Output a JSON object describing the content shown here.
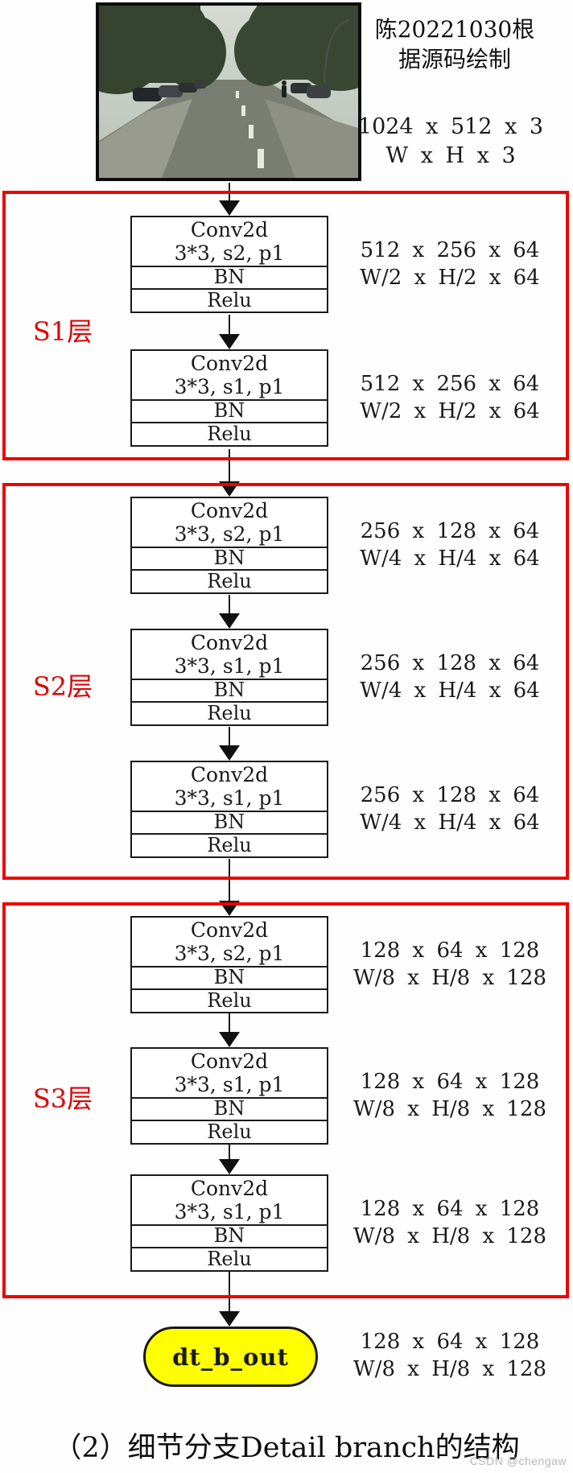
{
  "attribution": {
    "line1": "陈20221030根",
    "line2": "据源码绘制"
  },
  "input": {
    "dims": "1024 x 512 x 3",
    "dims_symbolic": "W x H x 3"
  },
  "stages": [
    {
      "label": "S1层",
      "blocks": [
        {
          "op": "Conv2d",
          "params": "3*3, s2, p1",
          "bn": "BN",
          "act": "Relu",
          "out_dims": "512 x 256 x 64",
          "out_symbolic": "W/2 x H/2 x 64"
        },
        {
          "op": "Conv2d",
          "params": "3*3, s1, p1",
          "bn": "BN",
          "act": "Relu",
          "out_dims": "512 x 256 x 64",
          "out_symbolic": "W/2 x H/2 x 64"
        }
      ]
    },
    {
      "label": "S2层",
      "blocks": [
        {
          "op": "Conv2d",
          "params": "3*3, s2, p1",
          "bn": "BN",
          "act": "Relu",
          "out_dims": "256 x 128 x 64",
          "out_symbolic": "W/4 x H/4 x 64"
        },
        {
          "op": "Conv2d",
          "params": "3*3, s1, p1",
          "bn": "BN",
          "act": "Relu",
          "out_dims": "256 x 128 x 64",
          "out_symbolic": "W/4 x H/4 x 64"
        },
        {
          "op": "Conv2d",
          "params": "3*3, s1, p1",
          "bn": "BN",
          "act": "Relu",
          "out_dims": "256 x 128 x 64",
          "out_symbolic": "W/4 x H/4 x 64"
        }
      ]
    },
    {
      "label": "S3层",
      "blocks": [
        {
          "op": "Conv2d",
          "params": "3*3, s2, p1",
          "bn": "BN",
          "act": "Relu",
          "out_dims": "128 x 64 x 128",
          "out_symbolic": "W/8 x H/8 x 128"
        },
        {
          "op": "Conv2d",
          "params": "3*3, s1, p1",
          "bn": "BN",
          "act": "Relu",
          "out_dims": "128 x 64 x 128",
          "out_symbolic": "W/8 x H/8 x 128"
        },
        {
          "op": "Conv2d",
          "params": "3*3, s1, p1",
          "bn": "BN",
          "act": "Relu",
          "out_dims": "128 x 64 x 128",
          "out_symbolic": "W/8 x H/8 x 128"
        }
      ]
    }
  ],
  "output": {
    "label": "dt_b_out",
    "dims": "128 x 64 x 128",
    "dims_symbolic": "W/8 x H/8 x 128"
  },
  "caption": "（2）细节分支Detail branch的结构",
  "watermark": "CSDN @chengaw",
  "colors": {
    "stage_border": "#ee0202",
    "stage_label": "#dd0404",
    "output_fill": "#ffff00"
  }
}
